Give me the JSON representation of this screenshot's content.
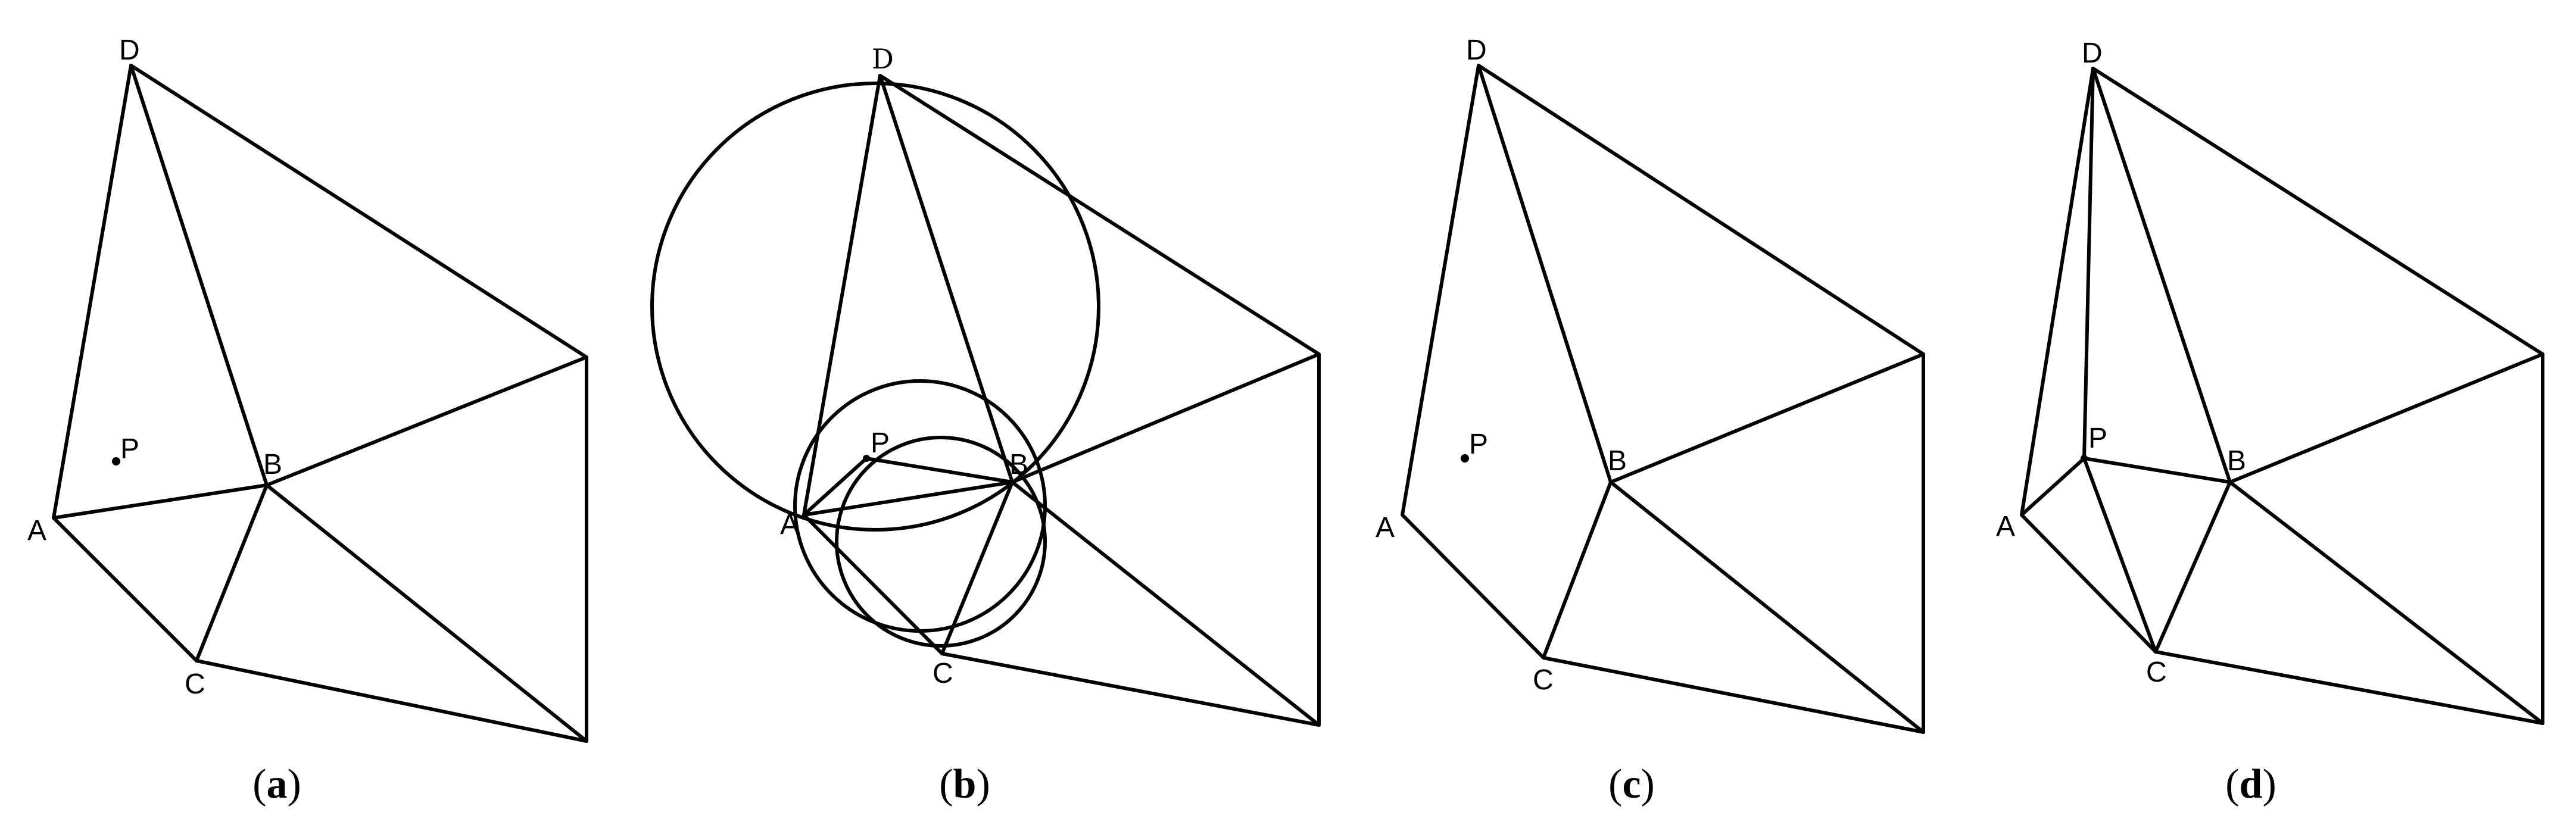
{
  "panels": [
    {
      "caption_open": "(",
      "caption_letter": "a",
      "caption_close": ")",
      "labels": {
        "D": "D",
        "A": "A",
        "B": "B",
        "C": "C",
        "P": "P"
      }
    },
    {
      "caption_open": "(",
      "caption_letter": "b",
      "caption_close": ")",
      "labels": {
        "D": "D",
        "A": "A",
        "B": "B",
        "C": "C",
        "P": "P"
      }
    },
    {
      "caption_open": "(",
      "caption_letter": "c",
      "caption_close": ")",
      "labels": {
        "D": "D",
        "A": "A",
        "B": "B",
        "C": "C",
        "P": "P"
      }
    },
    {
      "caption_open": "(",
      "caption_letter": "d",
      "caption_close": ")",
      "labels": {
        "D": "D",
        "A": "A",
        "B": "B",
        "C": "C",
        "P": "P"
      }
    }
  ]
}
